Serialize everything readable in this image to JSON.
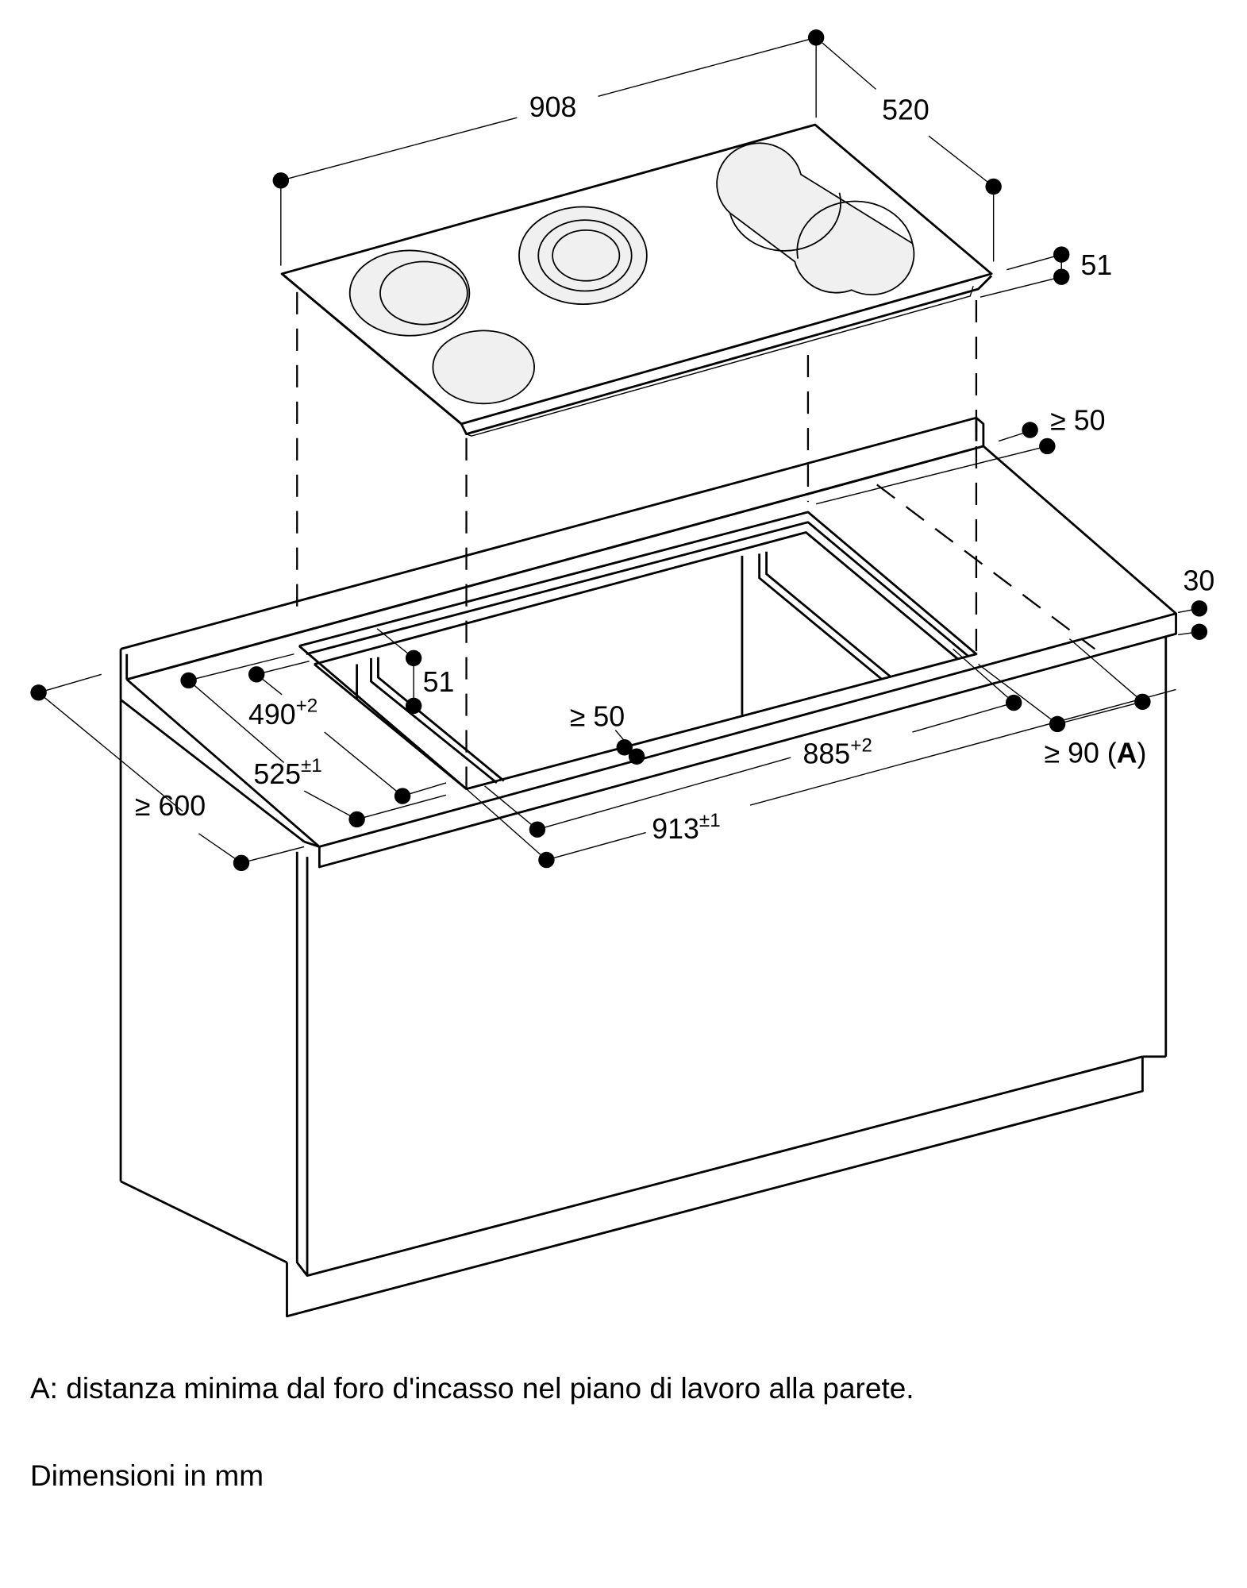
{
  "dimensions": {
    "hob_width": "908",
    "hob_depth": "520",
    "hob_height": "51",
    "rear_clearance": "≥ 50",
    "worktop_thickness": "30",
    "wall_distance": "≥ 90 (",
    "wall_distance_ref": "A",
    "wall_distance_close": ")",
    "cutout_depth": "490",
    "cutout_depth_tol": "+2",
    "frame_depth": "525",
    "frame_depth_tol": "±1",
    "cabinet_depth": "≥ 600",
    "inner_height": "51",
    "front_clearance": "≥ 50",
    "cutout_width": "885",
    "cutout_width_tol": "+2",
    "frame_width": "913",
    "frame_width_tol": "±1"
  },
  "notes": {
    "legend_a": "A: distanza minima dal foro d'incasso nel piano di lavoro alla parete.",
    "units": "Dimensioni in mm"
  }
}
